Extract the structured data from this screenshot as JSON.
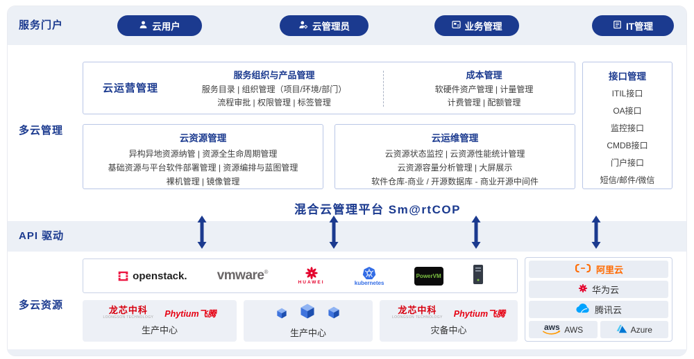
{
  "colors": {
    "accent": "#1B3A8F",
    "band": "#ECF0F6",
    "box_border": "#B9C6E6",
    "huawei_red": "#E4002B",
    "alibaba_orange": "#FF6A00",
    "kubernetes_blue": "#326CE5"
  },
  "portal": {
    "label": "服务门户",
    "buttons": [
      {
        "label": "云用户",
        "icon": "user-icon"
      },
      {
        "label": "云管理员",
        "icon": "admin-icon"
      },
      {
        "label": "业务管理",
        "icon": "business-icon"
      },
      {
        "label": "IT管理",
        "icon": "it-icon"
      }
    ]
  },
  "management": {
    "label": "多云管理",
    "operation_title": "云运营管理",
    "service_block": {
      "title": "服务组织与产品管理",
      "line1": "服务目录 | 组织管理（项目/环境/部门）",
      "line2": "流程审批 | 权限管理 | 标签管理"
    },
    "cost_block": {
      "title": "成本管理",
      "line1": "软硬件资产管理 | 计量管理",
      "line2": "计费管理 | 配额管理"
    },
    "resource_block": {
      "title": "云资源管理",
      "line1": "异构异地资源纳管 | 资源全生命周期管理",
      "line2": "基础资源与平台软件部署管理 | 资源编排与蓝图管理",
      "line3": "裸机管理 | 镜像管理"
    },
    "ops_block": {
      "title": "云运维管理",
      "line1": "云资源状态监控 | 云资源性能统计管理",
      "line2": "云资源容量分析管理 | 大屏展示",
      "line3": "软件仓库-商业 / 开源数据库 - 商业开源中间件"
    },
    "interface_block": {
      "title": "接口管理",
      "items": [
        "ITIL接口",
        "OA接口",
        "监控接口",
        "CMDB接口",
        "门户接口",
        "短信/邮件/微信"
      ]
    },
    "platform_title": "混合云管理平台 Sm@rtCOP"
  },
  "api_layer": {
    "label": "API 驱动"
  },
  "resources": {
    "label": "多云资源",
    "platforms": {
      "openstack": "openstack.",
      "vmware": "vmware",
      "vmware_reg": "®",
      "huawei": "HUAWEI",
      "kubernetes": "kubernetes",
      "powervm": "PowerVM"
    },
    "brands": {
      "loongson": "龙芯中科",
      "loongson_sub": "LOONGSON TECHNOLOGY",
      "phytium": "Phytium飞腾"
    },
    "centers": {
      "c1": "生产中心",
      "c2": "生产中心",
      "c3": "灾备中心"
    },
    "clouds": {
      "alibaba": "阿里云",
      "huawei": "华为云",
      "tencent": "腾讯云",
      "aws_mark": "aws",
      "aws": "AWS",
      "azure": "Azure"
    }
  }
}
